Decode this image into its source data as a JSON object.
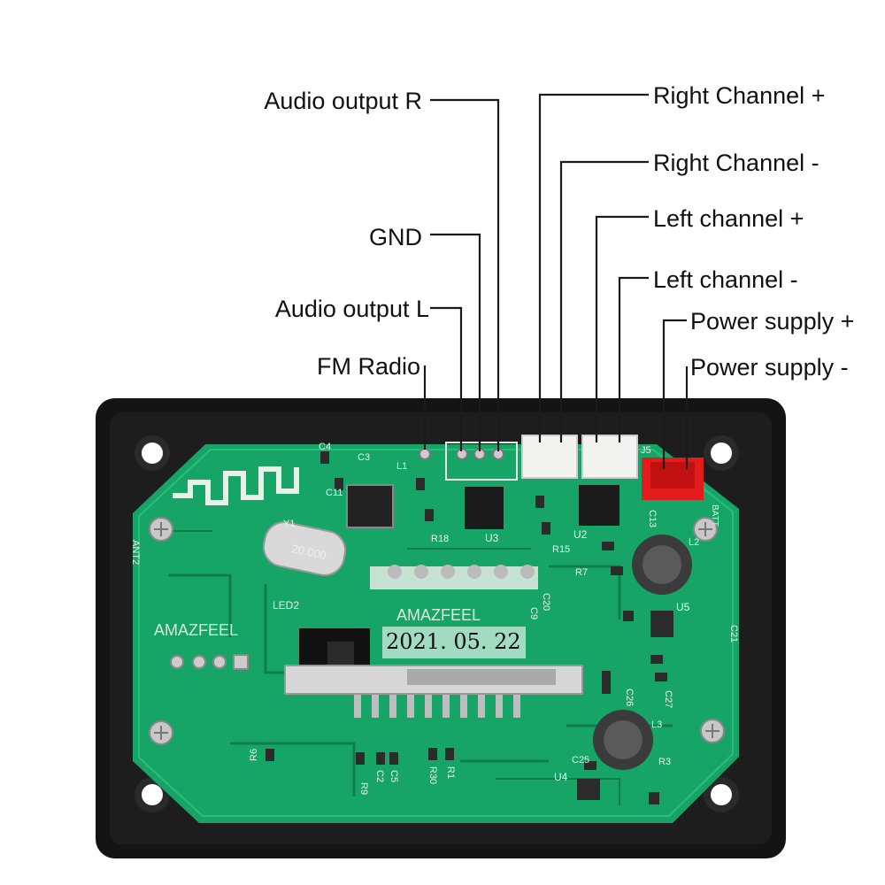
{
  "labels_left": {
    "audio_output_r": "Audio output R",
    "gnd": "GND",
    "audio_output_l": "Audio output L",
    "fm_radio": "FM Radio"
  },
  "labels_right": {
    "right_channel_plus": "Right Channel +",
    "right_channel_minus": "Right Channel -",
    "left_channel_plus": "Left channel +",
    "left_channel_minus": "Left channel -",
    "power_supply_plus": "Power supply +",
    "power_supply_minus": "Power supply -"
  },
  "board": {
    "brand_center": "AMAZFEEL",
    "brand_left": "AMAZFEEL",
    "date": "2021. 05. 22",
    "crystal_marking": "20.000",
    "silkscreen": {
      "ant": "ANT2",
      "led": "LED2",
      "u3": "U3",
      "u2": "U2",
      "u4": "U4",
      "u5": "U5",
      "l1": "L1",
      "l2": "L2",
      "l3": "L3",
      "j5": "J5",
      "y1": "Y1",
      "c3": "C3",
      "c4": "C4",
      "c11": "C11",
      "r18": "R18",
      "r15": "R15",
      "r7": "R7",
      "r6": "R6",
      "r9": "R9",
      "c2": "C2",
      "c5": "C5",
      "r30": "R30",
      "r1": "R1",
      "c25": "C25",
      "r3": "R3",
      "c9": "C9",
      "c20": "C20",
      "c13": "C13",
      "c26": "C26",
      "c27": "C27",
      "c21": "C21",
      "batt": "BATT"
    }
  },
  "colors": {
    "pcb": "#16a566",
    "pcb_dark": "#0e7d4b",
    "bezel": "#141414",
    "connector_white": "#f3f3f1",
    "connector_red": "#e21c1c",
    "leader_line": "#1a1a1a"
  }
}
